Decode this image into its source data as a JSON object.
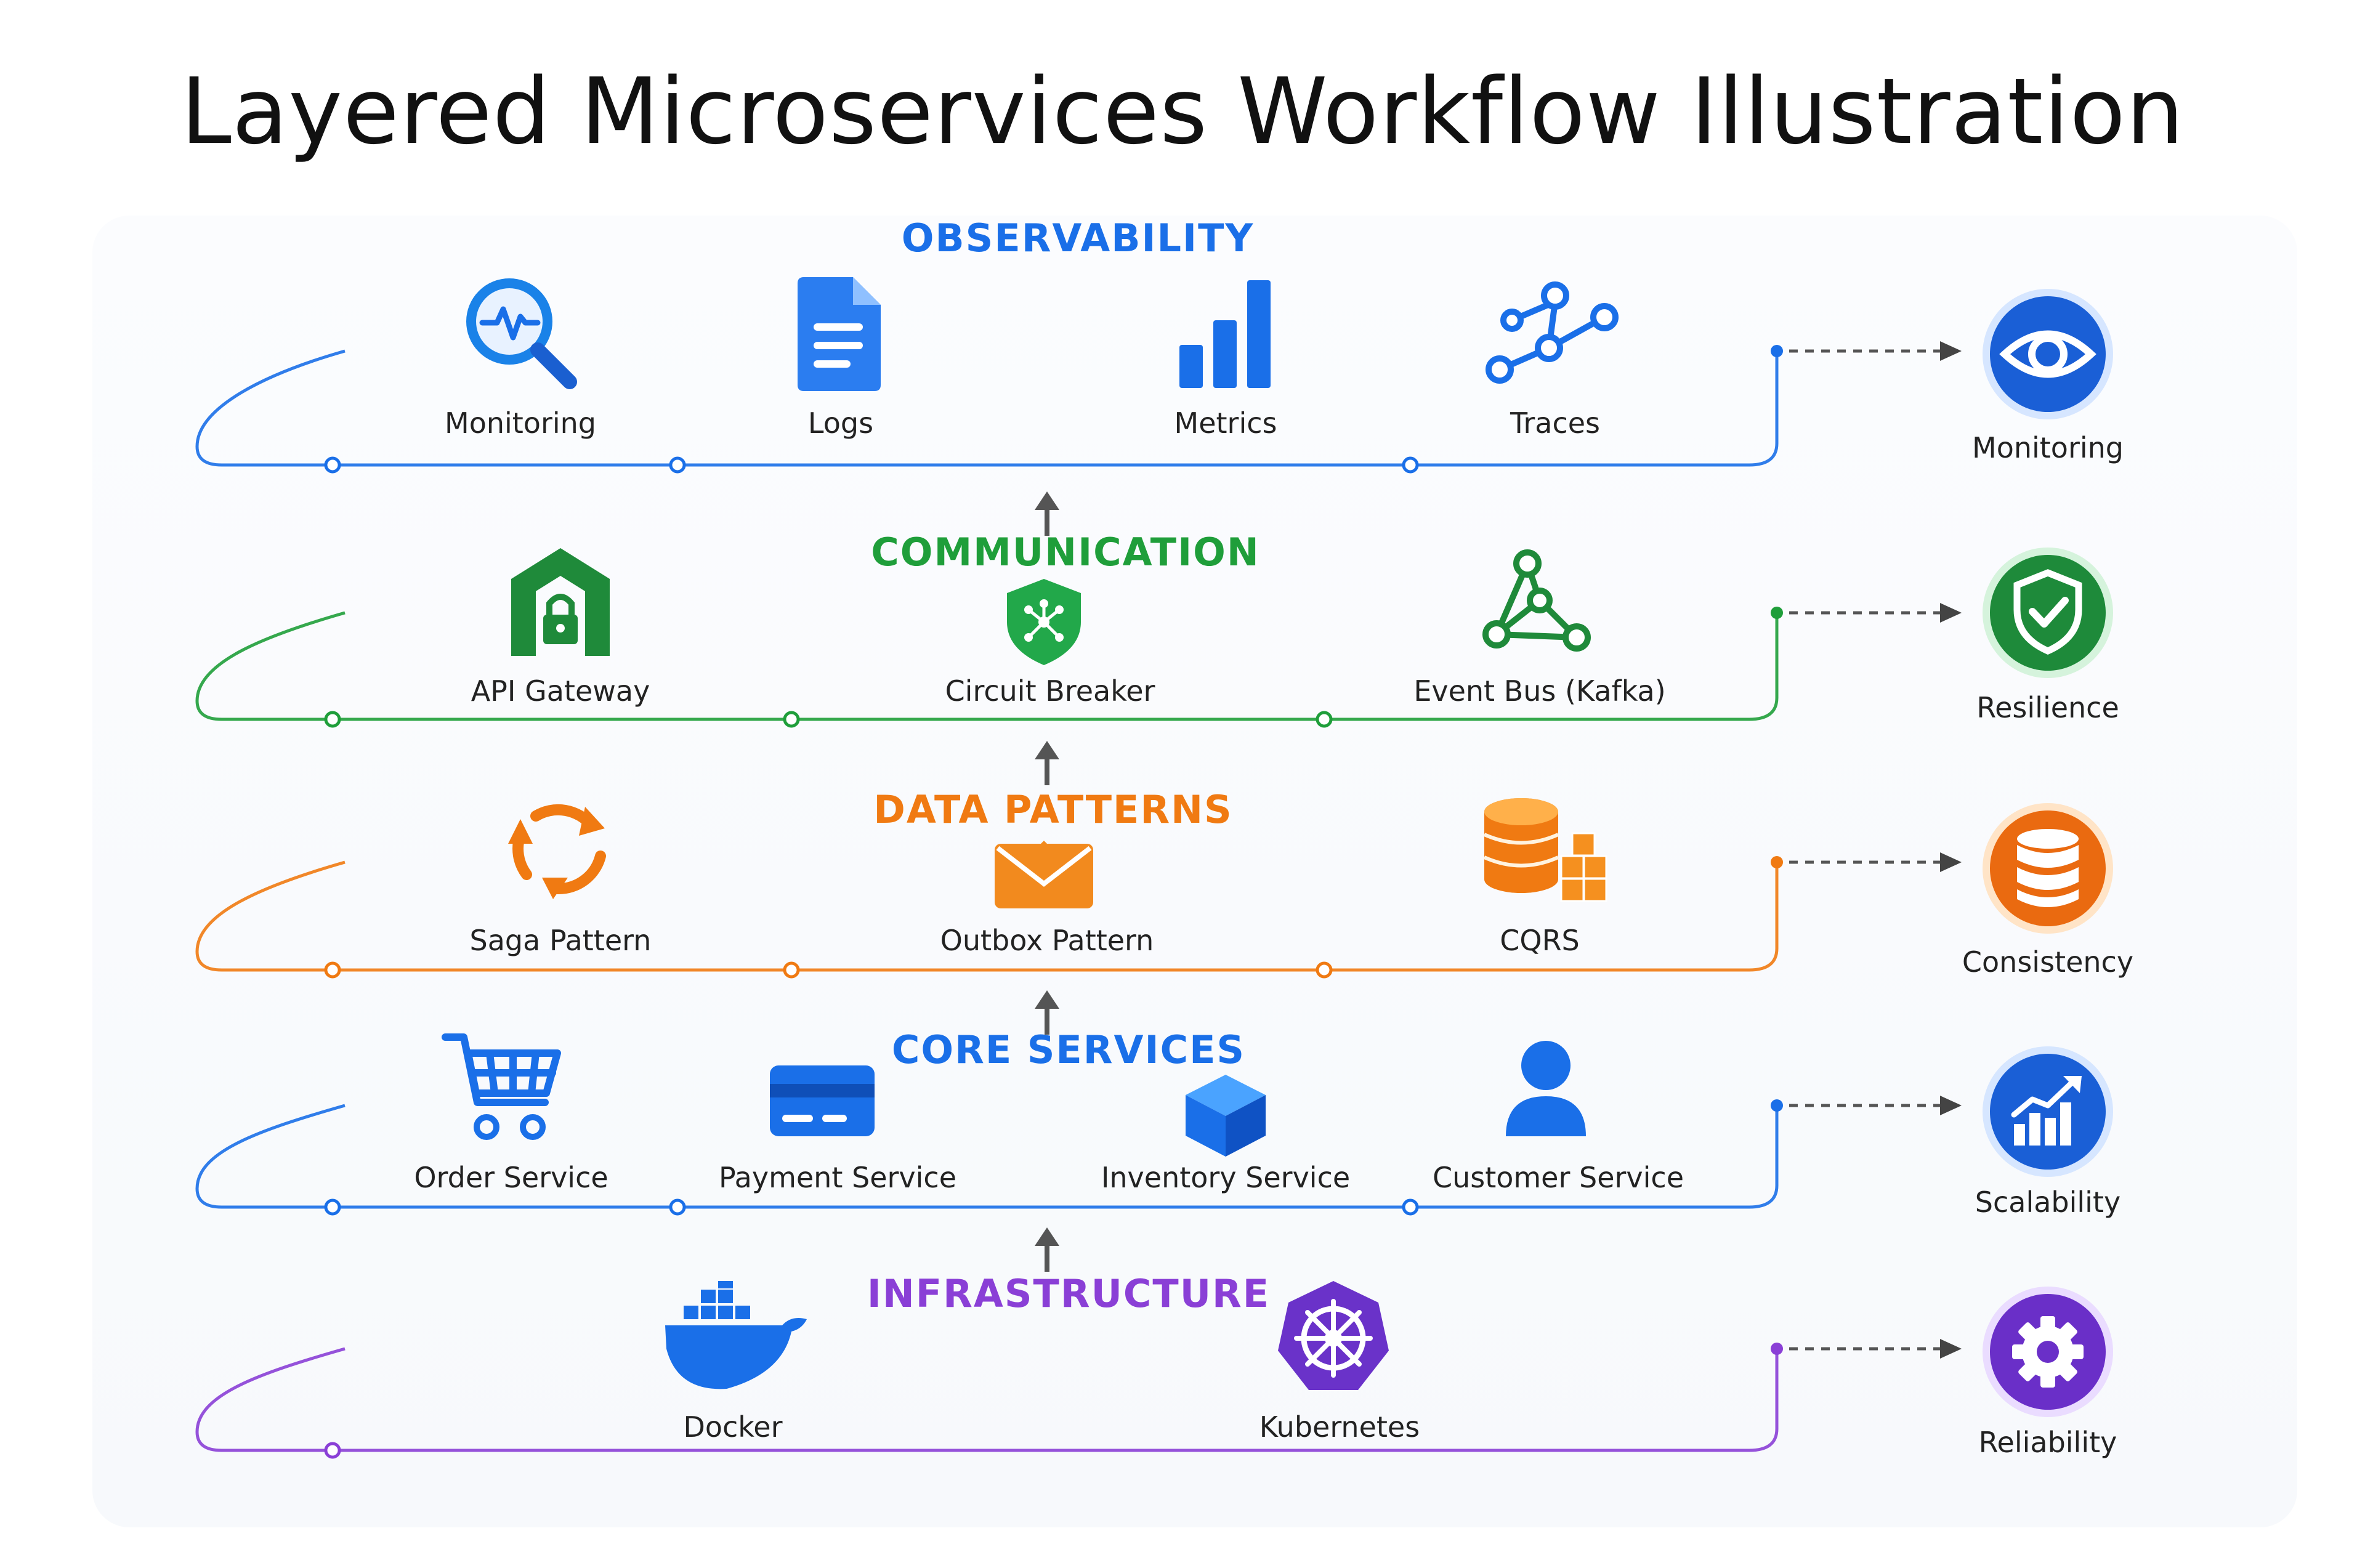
{
  "title": "Layered Microservices Workflow Illustration",
  "layers": [
    {
      "name": "OBSERVABILITY",
      "color": "#1a6fe8",
      "items": [
        {
          "label": "Monitoring",
          "icon": "magnifier-pulse-icon"
        },
        {
          "label": "Logs",
          "icon": "document-icon"
        },
        {
          "label": "Metrics",
          "icon": "bar-chart-icon"
        },
        {
          "label": "Traces",
          "icon": "trace-graph-icon"
        }
      ],
      "benefit": {
        "label": "Monitoring",
        "icon": "eye-icon"
      }
    },
    {
      "name": "COMMUNICATION",
      "color": "#1f9e3a",
      "items": [
        {
          "label": "API Gateway",
          "icon": "gateway-lock-icon"
        },
        {
          "label": "Circuit Breaker",
          "icon": "shield-network-icon"
        },
        {
          "label": "Event Bus (Kafka)",
          "icon": "kafka-network-icon"
        }
      ],
      "benefit": {
        "label": "Resilience",
        "icon": "shield-check-icon"
      }
    },
    {
      "name": "DATA PATTERNS",
      "color": "#f07a12",
      "items": [
        {
          "label": "Saga Pattern",
          "icon": "cycle-arrows-icon"
        },
        {
          "label": "Outbox Pattern",
          "icon": "envelope-icon"
        },
        {
          "label": "CQRS",
          "icon": "database-cubes-icon"
        }
      ],
      "benefit": {
        "label": "Consistency",
        "icon": "database-icon"
      }
    },
    {
      "name": "CORE SERVICES",
      "color": "#1a6fe8",
      "items": [
        {
          "label": "Order Service",
          "icon": "shopping-cart-icon"
        },
        {
          "label": "Payment Service",
          "icon": "credit-card-icon"
        },
        {
          "label": "Inventory Service",
          "icon": "cube-icon"
        },
        {
          "label": "Customer Service",
          "icon": "user-icon"
        }
      ],
      "benefit": {
        "label": "Scalability",
        "icon": "growth-chart-icon"
      }
    },
    {
      "name": "INFRASTRUCTURE",
      "color": "#8a3fd6",
      "items": [
        {
          "label": "Docker",
          "icon": "docker-whale-icon"
        },
        {
          "label": "Kubernetes",
          "icon": "kubernetes-helm-icon"
        }
      ],
      "benefit": {
        "label": "Reliability",
        "icon": "gear-icon"
      }
    }
  ]
}
